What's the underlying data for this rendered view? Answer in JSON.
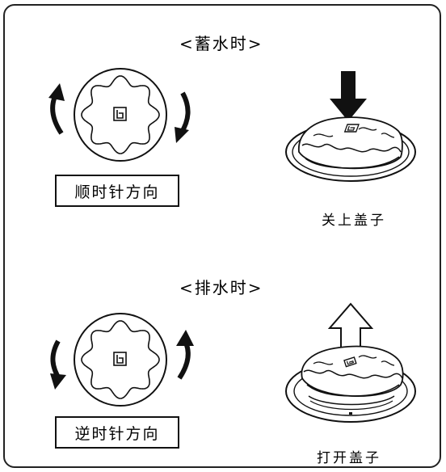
{
  "store": {
    "heading": "<蓄水时>",
    "direction_label": "顺时针方向",
    "action_label": "关上盖子"
  },
  "drain": {
    "heading": "<排水时>",
    "direction_label": "逆时针方向",
    "action_label": "打开盖子"
  }
}
